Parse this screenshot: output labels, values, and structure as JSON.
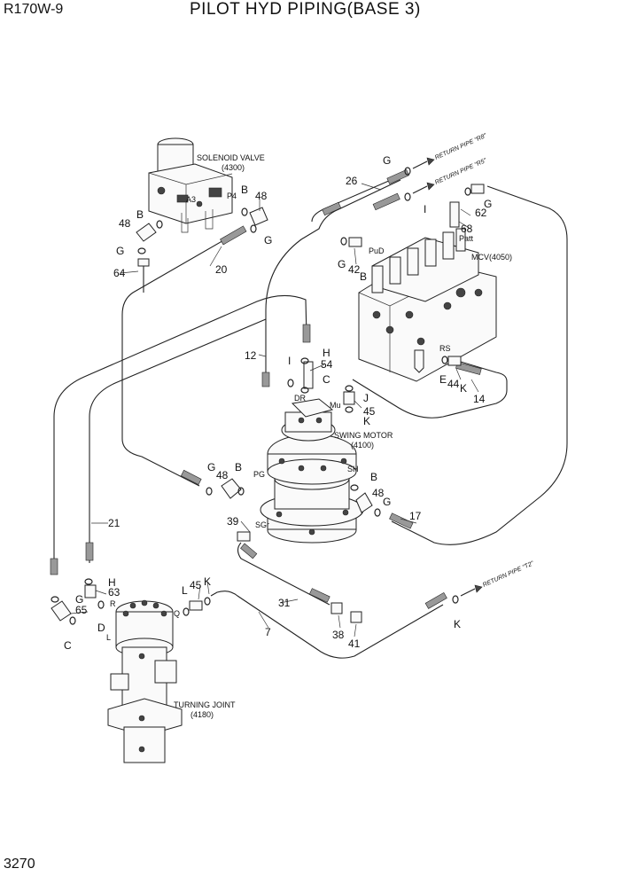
{
  "header": {
    "model": "R170W-9",
    "title": "PILOT HYD PIPING(BASE 3)",
    "page_number": "3270"
  },
  "components": {
    "solenoid_valve": [
      "SOLENOID VALVE",
      "(4300)"
    ],
    "mcv": "MCV(4050)",
    "swing_motor": [
      "SWING MOTOR",
      "(4100)"
    ],
    "turning_joint": [
      "TURNING JOINT",
      "(4180)"
    ]
  },
  "return_pipes": [
    "RETURN PIPE \"R8\"",
    "RETURN PIPE \"R5\"",
    "RETURN PIPE \"T2\""
  ],
  "port_labels": [
    "A3",
    "P4",
    "PuD",
    "Patt",
    "RS",
    "DR",
    "Mu",
    "SH",
    "PG",
    "SGr",
    "Q",
    "R",
    "L"
  ],
  "part_callouts": [
    "26",
    "20",
    "64",
    "48",
    "48",
    "42",
    "62",
    "68",
    "12",
    "54",
    "44",
    "14",
    "45",
    "48",
    "48",
    "17",
    "39",
    "21",
    "63",
    "65",
    "45",
    "31",
    "7",
    "38",
    "41"
  ],
  "letter_callouts": [
    "G",
    "B",
    "B",
    "G",
    "G",
    "I",
    "G",
    "G",
    "B",
    "H",
    "I",
    "C",
    "E",
    "K",
    "J",
    "K",
    "G",
    "B",
    "B",
    "G",
    "H",
    "G",
    "D",
    "C",
    "L",
    "K",
    "K"
  ]
}
